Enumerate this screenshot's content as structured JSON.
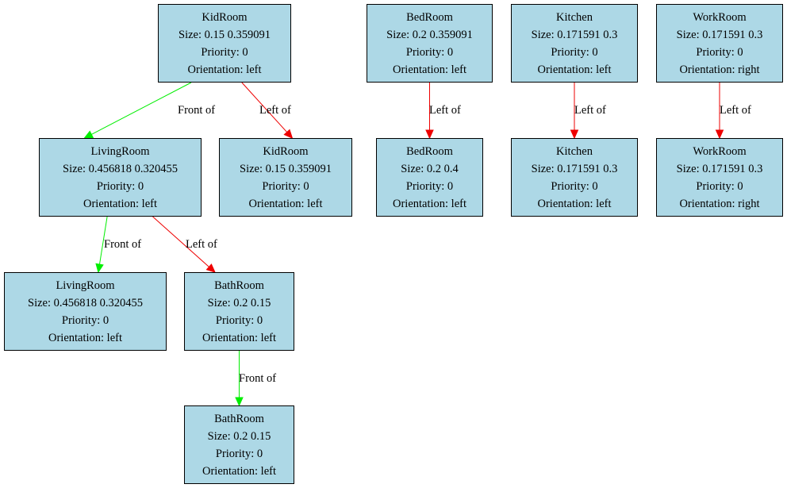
{
  "colors": {
    "node_fill": "#add8e6",
    "front_edge": "#00ee00",
    "left_edge": "#ee0000"
  },
  "nodes": [
    {
      "id": "n0",
      "name": "KidRoom",
      "size": "Size: 0.15 0.359091",
      "priority": "Priority: 0",
      "orientation": "Orientation: left"
    },
    {
      "id": "n1",
      "name": "LivingRoom",
      "size": "Size: 0.456818 0.320455",
      "priority": "Priority: 0",
      "orientation": "Orientation: left"
    },
    {
      "id": "n2",
      "name": "KidRoom",
      "size": "Size: 0.15 0.359091",
      "priority": "Priority: 0",
      "orientation": "Orientation: left"
    },
    {
      "id": "n3",
      "name": "LivingRoom",
      "size": "Size: 0.456818 0.320455",
      "priority": "Priority: 0",
      "orientation": "Orientation: left"
    },
    {
      "id": "n4",
      "name": "BathRoom",
      "size": "Size: 0.2 0.15",
      "priority": "Priority: 0",
      "orientation": "Orientation: left"
    },
    {
      "id": "n5",
      "name": "BathRoom",
      "size": "Size: 0.2 0.15",
      "priority": "Priority: 0",
      "orientation": "Orientation: left"
    },
    {
      "id": "n6",
      "name": "BedRoom",
      "size": "Size: 0.2 0.359091",
      "priority": "Priority: 0",
      "orientation": "Orientation: left"
    },
    {
      "id": "n7",
      "name": "BedRoom",
      "size": "Size: 0.2 0.4",
      "priority": "Priority: 0",
      "orientation": "Orientation: left"
    },
    {
      "id": "n8",
      "name": "Kitchen",
      "size": "Size: 0.171591 0.3",
      "priority": "Priority: 0",
      "orientation": "Orientation: left"
    },
    {
      "id": "n9",
      "name": "Kitchen",
      "size": "Size: 0.171591 0.3",
      "priority": "Priority: 0",
      "orientation": "Orientation: left"
    },
    {
      "id": "n10",
      "name": "WorkRoom",
      "size": "Size: 0.171591 0.3",
      "priority": "Priority: 0",
      "orientation": "Orientation: right"
    },
    {
      "id": "n11",
      "name": "WorkRoom",
      "size": "Size: 0.171591 0.3",
      "priority": "Priority: 0",
      "orientation": "Orientation: right"
    }
  ],
  "edges": [
    {
      "from": "n0",
      "to": "n1",
      "label": "Front of",
      "kind": "front"
    },
    {
      "from": "n0",
      "to": "n2",
      "label": "Left of",
      "kind": "left"
    },
    {
      "from": "n1",
      "to": "n3",
      "label": "Front of",
      "kind": "front"
    },
    {
      "from": "n1",
      "to": "n4",
      "label": "Left of",
      "kind": "left"
    },
    {
      "from": "n4",
      "to": "n5",
      "label": "Front of",
      "kind": "front"
    },
    {
      "from": "n6",
      "to": "n7",
      "label": "Left of",
      "kind": "left"
    },
    {
      "from": "n8",
      "to": "n9",
      "label": "Left of",
      "kind": "left"
    },
    {
      "from": "n10",
      "to": "n11",
      "label": "Left of",
      "kind": "left"
    }
  ]
}
